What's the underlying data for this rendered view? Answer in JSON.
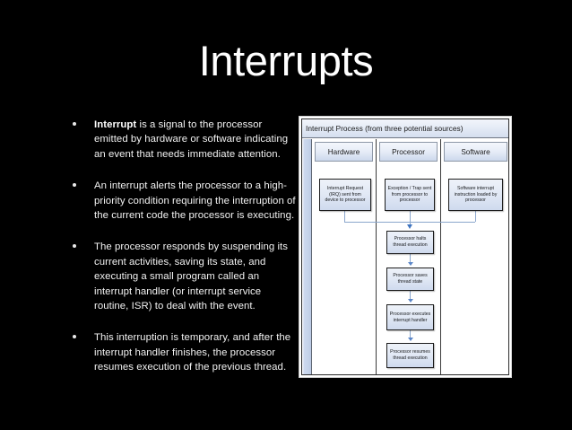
{
  "slide": {
    "title": "Interrupts",
    "background_color": "#000000",
    "text_color": "#f2f2f2"
  },
  "bullets": [
    {
      "lead": "Interrupt",
      "rest": " is a signal to the processor emitted by hardware or software indicating an event that needs immediate attention."
    },
    {
      "lead": "",
      "rest": " An interrupt alerts the processor to a high-priority condition requiring the interruption of the current code the processor is executing."
    },
    {
      "lead": "",
      "rest": "The processor responds by suspending its current activities, saving its state, and executing a small program called an interrupt handler (or interrupt service routine, ISR) to deal with the event."
    },
    {
      "lead": "",
      "rest": "This interruption is temporary, and after the interrupt handler finishes, the processor resumes execution of the previous thread."
    }
  ],
  "diagram": {
    "title": "Interrupt Process (from three potential sources)",
    "lanes": [
      {
        "label": "Hardware"
      },
      {
        "label": "Processor"
      },
      {
        "label": "Software"
      }
    ],
    "boxes": {
      "irq": "Interrupt Request (IRQ) sent from device to processor",
      "exception": "Exception / Trap sent from processor to processor",
      "software_interrupt": "Software interrupt instruction loaded by processor",
      "halts": "Processor halts thread execution",
      "saves": "Processor saves thread state",
      "executes": "Processor executes interrupt handler",
      "resumes": "Processor resumes thread execution"
    },
    "colors": {
      "box_fill": "#e2e9f5",
      "box_border": "#1c1c1c",
      "header_fill": "#e6ecf7",
      "connector": "#8ba6cc",
      "arrow": "#3f74c0"
    }
  }
}
